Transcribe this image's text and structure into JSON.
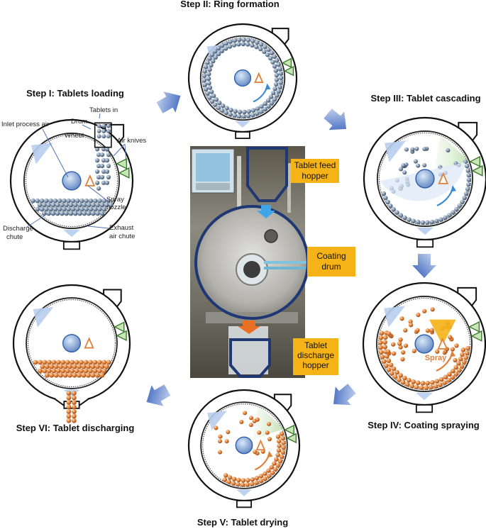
{
  "steps": {
    "s1": "Step I: Tablets loading",
    "s2": "Step II: Ring formation",
    "s3": "Step III: Tablet cascading",
    "s4": "Step IV: Coating spraying",
    "s5": "Step V: Tablet drying",
    "s6": "Step VI: Tablet discharging"
  },
  "annotations": {
    "drum": "Drum",
    "tablets_in": "Tablets in",
    "inlet_air": "Inlet process air",
    "wheel": "Wheel",
    "air_knives": "Air knives",
    "spray_nozzle_1": "Spray",
    "spray_nozzle_2": "nozzle",
    "discharge_chute_1": "Discharge",
    "discharge_chute_2": "chute",
    "exhaust_1": "Exhaust",
    "exhaust_2": "air chute",
    "spray": "Spray"
  },
  "photo_labels": {
    "feed_1": "Tablet feed",
    "feed_2": "hopper",
    "drum_1": "Coating",
    "drum_2": "drum",
    "discharge_1": "Tablet",
    "discharge_2": "discharge",
    "discharge_3": "hopper"
  },
  "colors": {
    "grey_tablet": "#7f93ab",
    "orange_tablet": "#e0813a",
    "arrow_blue": "#3a66c4",
    "label_bg": "#f6b318",
    "frame_blue": "#1f3773"
  }
}
